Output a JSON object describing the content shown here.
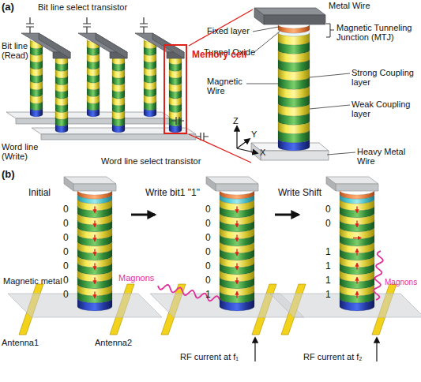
{
  "diagram": {
    "nodes": [
      {
        "text": [
          "Memory cell"
        ]
      }
    ],
    "labels": [
      "(a)",
      "Bit line select transistor",
      "Bit line (Read)",
      "Word line (Write)",
      "Word line select transistor",
      "Metal Wire",
      "Fixed layer",
      "Magnetic Tunneling Junction (MTJ)",
      "Tunnel Oxide",
      "Magnetic Wire",
      "Strong Coupling layer",
      "Weak Coupling layer",
      "Z",
      "Y",
      "X",
      "Heavy Metal Wire",
      "(b)",
      "Initial",
      "0",
      "0",
      "0",
      "0",
      "0",
      "0",
      "0",
      "Write bit1 \"1\"",
      "0",
      "0",
      "0",
      "0",
      "0",
      "0",
      "1",
      "Write Shift",
      "0",
      "0",
      "1",
      "1",
      "1",
      "1",
      "Magnetic metal",
      "Magnons",
      "Magnons",
      "Antenna1",
      "Antenna2",
      "RF current at f₁",
      "RF current at f₂"
    ]
  }
}
